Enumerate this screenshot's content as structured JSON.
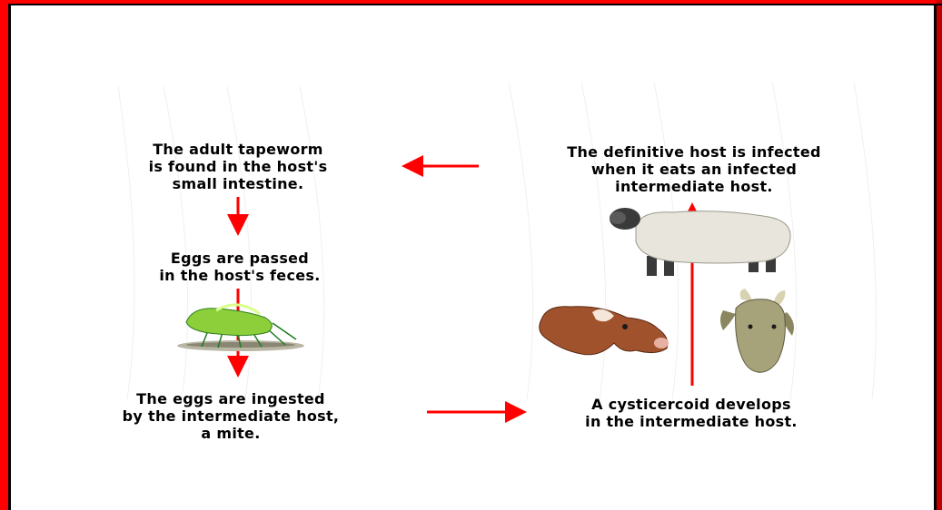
{
  "diagram": {
    "steps": {
      "adult": "The adult tapeworm\nis found in the host's\nsmall intestine.",
      "eggs_passed": "Eggs are passed\nin the host's feces.",
      "ingested": "The eggs are ingested\nby the intermediate host,\na mite.",
      "cysticercoid": "A cysticercoid develops\nin the intermediate host.",
      "definitive": "The definitive host is infected\nwhen it eats an infected\nintermediate host."
    },
    "colors": {
      "arrow": "#ff0000",
      "border_outer": "#ff0000",
      "border_inner": "#000000",
      "mite": "#8ccf3a",
      "cow": "#a0522d",
      "sheep": "#e8e6dc",
      "goat": "#a6a27a"
    },
    "icons": [
      "mite-icon",
      "sheep-icon",
      "cow-icon",
      "goat-icon"
    ]
  }
}
